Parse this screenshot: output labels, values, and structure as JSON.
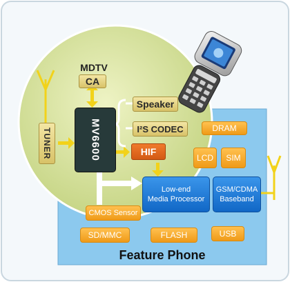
{
  "diagram": {
    "labels": {
      "mdtv": "MDTV",
      "ca": "CA",
      "tuner": "TUNER",
      "chip": "MV6600",
      "speaker": "Speaker",
      "codec": "I²S CODEC",
      "hif": "HIF",
      "dram": "DRAM",
      "lcd": "LCD",
      "sim": "SIM",
      "media_processor": "Low-end\nMedia Processor",
      "baseband": "GSM/CDMA\nBaseband",
      "cmos_sensor": "CMOS Sensor",
      "sd_mmc": "SD/MMC",
      "flash": "FLASH",
      "usb": "USB",
      "footer": "Feature Phone"
    },
    "colors": {
      "circle_fill": "#d6e29a",
      "board_fill": "#8cc9ee",
      "orange_block": "#f5a623",
      "blue_block": "#1b78d6",
      "chip_body": "#273a3a",
      "antenna": "#f2d21a"
    }
  }
}
